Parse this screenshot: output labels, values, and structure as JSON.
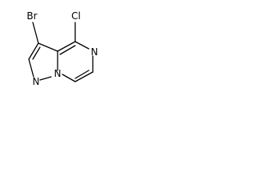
{
  "molecule": {
    "labels": {
      "bromine": "Br",
      "chlorine": "Cl",
      "pyrazine_nitrogen": "N",
      "pyrazole_nitrogen": "N",
      "bridgehead_nitrogen": "N"
    }
  }
}
